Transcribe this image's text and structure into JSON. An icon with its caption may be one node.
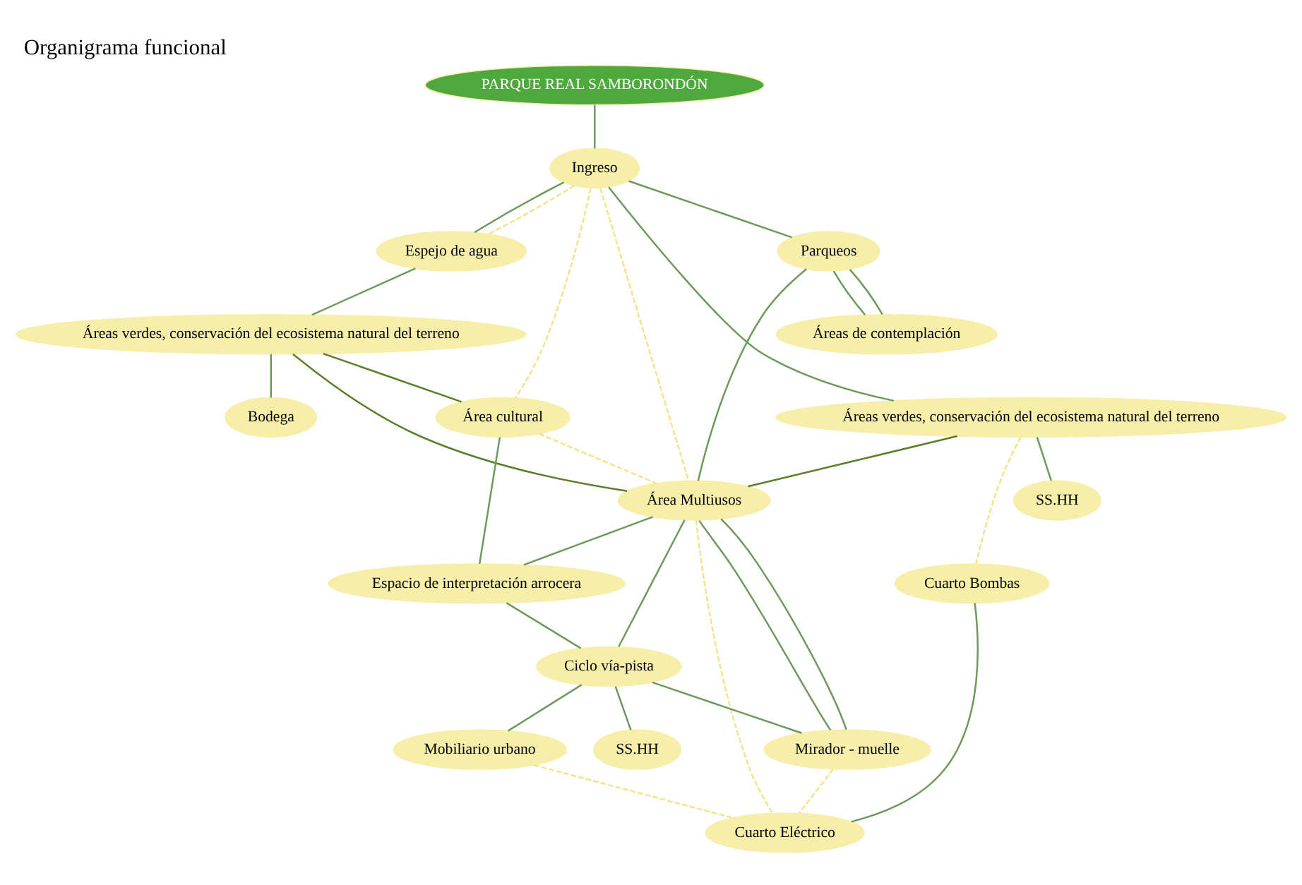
{
  "diagram": {
    "title": "Organigrama funcional",
    "nodes": [
      {
        "text": [
          "PARQUE REAL SAMBORONDÓN"
        ]
      },
      {
        "text": [
          "Ingreso"
        ]
      },
      {
        "text": [
          "Espejo de agua"
        ]
      },
      {
        "text": [
          "Parqueos"
        ]
      },
      {
        "text": [
          "Áreas verdes, conservación del ecosistema natural del terreno"
        ]
      },
      {
        "text": [
          "Áreas de contemplación"
        ]
      },
      {
        "text": [
          "SS.HH"
        ]
      },
      {
        "text": [
          "Áreas verdes, conservación del ecosistema natural del terreno"
        ]
      },
      {
        "text": [
          "Bodega"
        ]
      },
      {
        "text": [
          "Área cultural"
        ]
      },
      {
        "text": [
          "Área Multiusos"
        ]
      },
      {
        "text": [
          "Cuarto Bombas"
        ]
      },
      {
        "text": [
          "Cuarto Eléctrico"
        ]
      },
      {
        "text": [
          "Espacio de interpretación arrocera"
        ]
      },
      {
        "text": [
          "Ciclo vía-pista"
        ]
      },
      {
        "text": [
          "Mirador - muelle"
        ]
      },
      {
        "text": [
          "SS.HH"
        ]
      },
      {
        "text": [
          "Mobiliario urbano"
        ]
      }
    ],
    "edges": [
      {
        "from": 0,
        "to": 1,
        "arrow": "none"
      },
      {
        "from": 1,
        "to": 2,
        "arrow": "none"
      },
      {
        "from": 1,
        "to": 3,
        "arrow": "none"
      },
      {
        "from": 1,
        "to": 4,
        "arrow": "none"
      },
      {
        "from": 3,
        "to": 5,
        "arrow": "none"
      },
      {
        "from": 3,
        "to": 5,
        "arrow": "none"
      },
      {
        "from": 3,
        "to": 10,
        "arrow": "none"
      },
      {
        "from": 4,
        "to": 6,
        "arrow": "none"
      },
      {
        "from": 4,
        "to": 10,
        "arrow": "none",
        "color": "#5b7f2a"
      },
      {
        "from": 2,
        "to": 7,
        "arrow": "none"
      },
      {
        "from": 7,
        "to": 8,
        "arrow": "none"
      },
      {
        "from": 7,
        "to": 9,
        "arrow": "none",
        "color": "#5b7f2a"
      },
      {
        "from": 7,
        "to": 10,
        "arrow": "none",
        "color": "#5b7f2a"
      },
      {
        "from": 1,
        "to": 2,
        "arrow": "none",
        "style": "dashed",
        "color": "#f2e38c"
      },
      {
        "from": 1,
        "to": 9,
        "arrow": "none",
        "style": "dashed",
        "color": "#f2e38c"
      },
      {
        "from": 1,
        "to": 10,
        "arrow": "none",
        "style": "dashed",
        "color": "#f2e38c"
      },
      {
        "from": 9,
        "to": 10,
        "arrow": "none",
        "style": "dashed",
        "color": "#f2e38c"
      },
      {
        "from": 4,
        "to": 11,
        "arrow": "none",
        "style": "dashed",
        "color": "#f2e38c"
      },
      {
        "from": 11,
        "to": 12,
        "arrow": "none"
      },
      {
        "from": 10,
        "to": 12,
        "arrow": "none",
        "style": "dashed",
        "color": "#f2e38c"
      },
      {
        "from": 9,
        "to": 13,
        "arrow": "none"
      },
      {
        "from": 10,
        "to": 13,
        "arrow": "none"
      },
      {
        "from": 10,
        "to": 14,
        "arrow": "none"
      },
      {
        "from": 10,
        "to": 15,
        "arrow": "none"
      },
      {
        "from": 10,
        "to": 15,
        "arrow": "none"
      },
      {
        "from": 13,
        "to": 14,
        "arrow": "none"
      },
      {
        "from": 14,
        "to": 15,
        "arrow": "none"
      },
      {
        "from": 14,
        "to": 17,
        "arrow": "none"
      },
      {
        "from": 14,
        "to": 16,
        "arrow": "none"
      },
      {
        "from": 15,
        "to": 12,
        "arrow": "none",
        "style": "dashed",
        "color": "#f2e38c"
      },
      {
        "from": 17,
        "to": 12,
        "arrow": "none",
        "style": "dashed",
        "color": "#f2e38c"
      }
    ]
  }
}
